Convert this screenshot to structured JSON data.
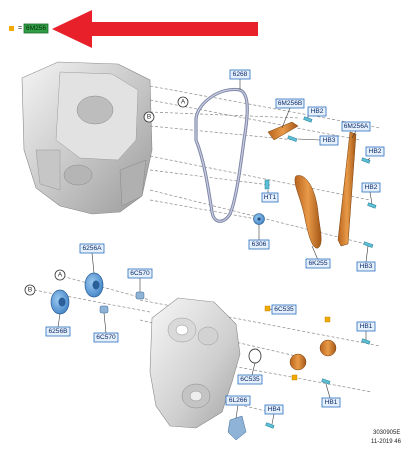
{
  "legend": {
    "symbol": "=",
    "code": "6M256"
  },
  "markers": {
    "a": "A",
    "b": "B"
  },
  "labels": {
    "l6268": "6268",
    "l6m256b": "6M256B",
    "lhb2a": "HB2",
    "lhb3a": "HB3",
    "l6m256a": "6M256A",
    "lhb2b": "HB2",
    "lht1": "HT1",
    "lhb2c": "HB2",
    "l6306": "6306",
    "l6k255": "6K255",
    "lhb3b": "HB3",
    "l6256a": "6256A",
    "l6c570a": "6C570",
    "l6256b": "6256B",
    "l6c570b": "6C570",
    "l6c535a": "6C535",
    "lhb1a": "HB1",
    "l6c535b": "6C535",
    "lhb1b": "HB1",
    "l6l266": "6L266",
    "lhb4": "HB4"
  },
  "footer": {
    "ref": "3030905E",
    "date": "11-2019 46"
  },
  "colors": {
    "arrow": "#e8202a",
    "label_fill": "#e6f0fb",
    "label_border": "#2a6fbf",
    "legend_code": "#2f9e44"
  }
}
